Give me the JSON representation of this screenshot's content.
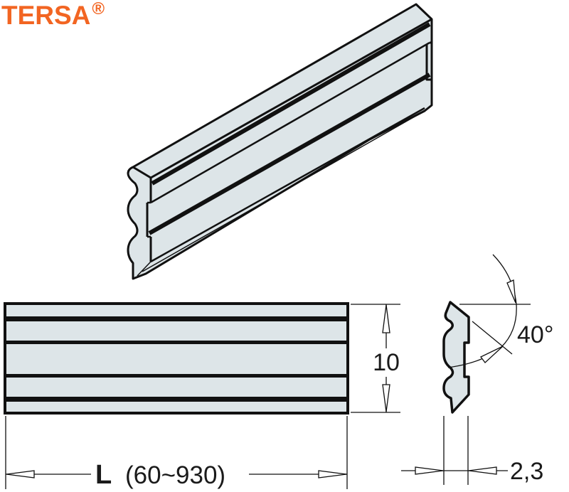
{
  "brand": {
    "name": "TERSA",
    "registered_mark": "®",
    "color": "#f26522"
  },
  "drawing": {
    "subject": "double-edged planer knife with profiled back",
    "views": [
      "isometric",
      "front",
      "side-profile"
    ],
    "fill_color": "#dde5e8",
    "line_color": "#111111"
  },
  "dimensions": {
    "length": {
      "symbol": "L",
      "range": "(60~930)"
    },
    "height": {
      "value": "10"
    },
    "thickness": {
      "value": "2,3"
    },
    "bevel_angle": {
      "value": "40°"
    }
  }
}
